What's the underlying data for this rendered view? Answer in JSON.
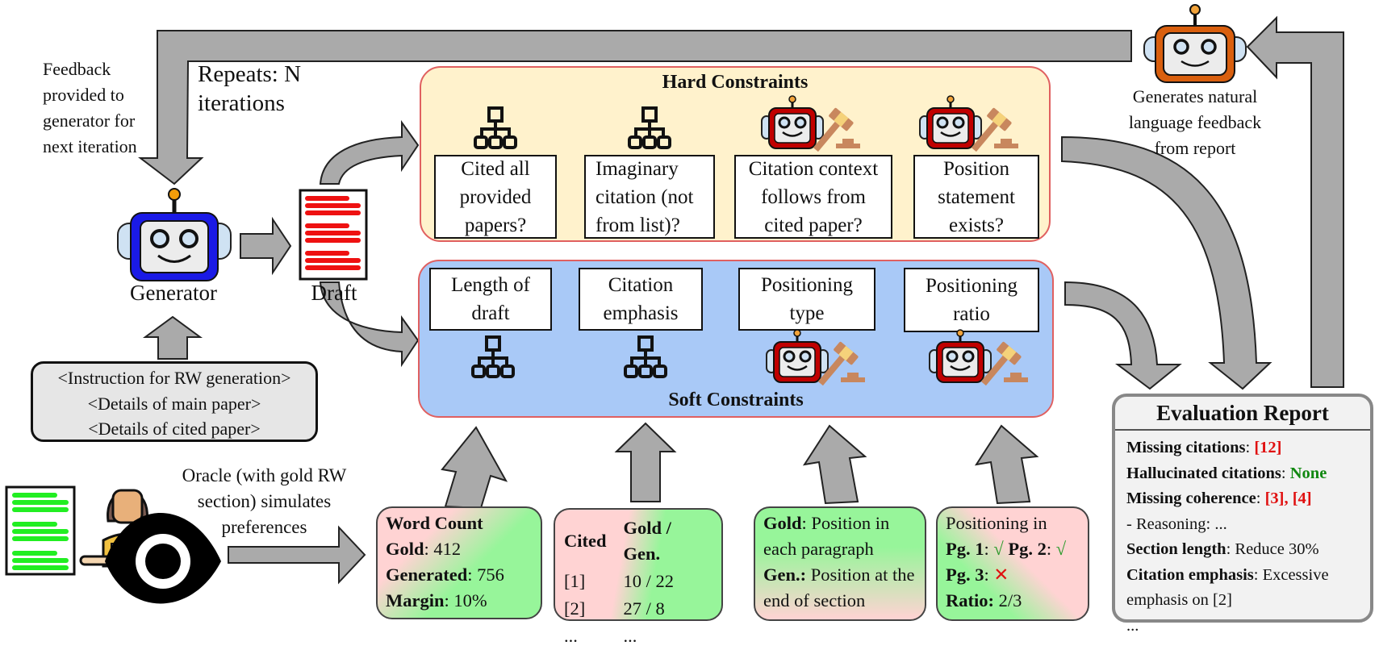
{
  "loop": {
    "repeats_label": "Repeats: N iterations",
    "feedback_note": [
      "Feedback",
      "provided to",
      "generator for",
      "next iteration"
    ]
  },
  "generator": {
    "label": "Generator",
    "icon": "robot-icon",
    "color": "#1a1ae6"
  },
  "draft": {
    "label": "Draft",
    "icon": "document-icon",
    "line_color": "#ee1111"
  },
  "inputs": {
    "lines": [
      "<Instruction for RW generation>",
      "<Details of main paper>",
      "<Details of cited paper>"
    ]
  },
  "oracle": {
    "caption": [
      "Oracle (with gold RW",
      "section) simulates",
      "preferences"
    ],
    "icons": [
      "gold-document-icon",
      "person-icon",
      "eye-icon"
    ]
  },
  "hard_constraints": {
    "title": "Hard Constraints",
    "items": [
      {
        "label": [
          "Cited all",
          "provided",
          "papers?"
        ],
        "checker": "hierarchy-icon"
      },
      {
        "label": [
          "Imaginary",
          "citation (not",
          "from list)?"
        ],
        "checker": "hierarchy-icon"
      },
      {
        "label": [
          "Citation context",
          "follows from",
          "cited paper?"
        ],
        "checker": "llm-judge-icon"
      },
      {
        "label": [
          "Position",
          "statement",
          "exists?"
        ],
        "checker": "llm-judge-icon"
      }
    ]
  },
  "soft_constraints": {
    "title": "Soft Constraints",
    "items": [
      {
        "label": [
          "Length of",
          "draft"
        ],
        "checker": "hierarchy-icon"
      },
      {
        "label": [
          "Citation",
          "emphasis"
        ],
        "checker": "hierarchy-icon"
      },
      {
        "label": [
          "Positioning",
          "type"
        ],
        "checker": "llm-judge-icon"
      },
      {
        "label": [
          "Positioning",
          "ratio"
        ],
        "checker": "llm-judge-icon"
      }
    ]
  },
  "preferences": {
    "word_count": {
      "title": "Word Count",
      "gold_label": "Gold",
      "gold_value": "412",
      "generated_label": "Generated",
      "generated_value": "756",
      "margin_label": "Margin",
      "margin_value": "10%"
    },
    "citation": {
      "col1": "Cited",
      "col2": "Gold / Gen.",
      "rows": [
        [
          "[1]",
          "10 / 22"
        ],
        [
          "[2]",
          "27 / 8"
        ],
        [
          "...",
          "..."
        ]
      ]
    },
    "position_type": {
      "gold_label": "Gold",
      "gold_text": ": Position in each paragraph",
      "gen_label": "Gen.:",
      "gen_text": " Position at the end of  section"
    },
    "position_ratio": {
      "heading": "Positioning in",
      "pg1_label": "Pg. 1",
      "pg1_mark": "√",
      "pg2_label": "Pg. 2",
      "pg2_mark": "√",
      "pg3_label": "Pg. 3",
      "pg3_mark": "✕",
      "ratio_label": "Ratio:",
      "ratio_value": "2/3"
    }
  },
  "feedback_generator": {
    "caption": [
      "Generates natural",
      "language feedback",
      "from report"
    ],
    "icon": "robot-icon",
    "color": "#d95f0e"
  },
  "report": {
    "title": "Evaluation Report",
    "missing_citations_label": "Missing citations",
    "missing_citations_value": "[12]",
    "hallucinated_label": "Hallucinated citations",
    "hallucinated_value": "None",
    "coherence_label": "Missing coherence",
    "coherence_value": "[3], [4]",
    "reasoning": " - Reasoning: ...",
    "length_label": "Section length",
    "length_value": ": Reduce 30%",
    "emphasis_label": "Citation emphasis",
    "emphasis_value": ": Excessive emphasis on [2]",
    "ellipsis": "..."
  },
  "colors": {
    "arrow": "#aaaaaa",
    "hard_bg": "#fff2cc",
    "soft_bg": "#a9c9f7",
    "pref_bad": "#ffd3d3",
    "pref_good": "#97f59a",
    "alert": "#e01010",
    "ok": "#118811"
  }
}
